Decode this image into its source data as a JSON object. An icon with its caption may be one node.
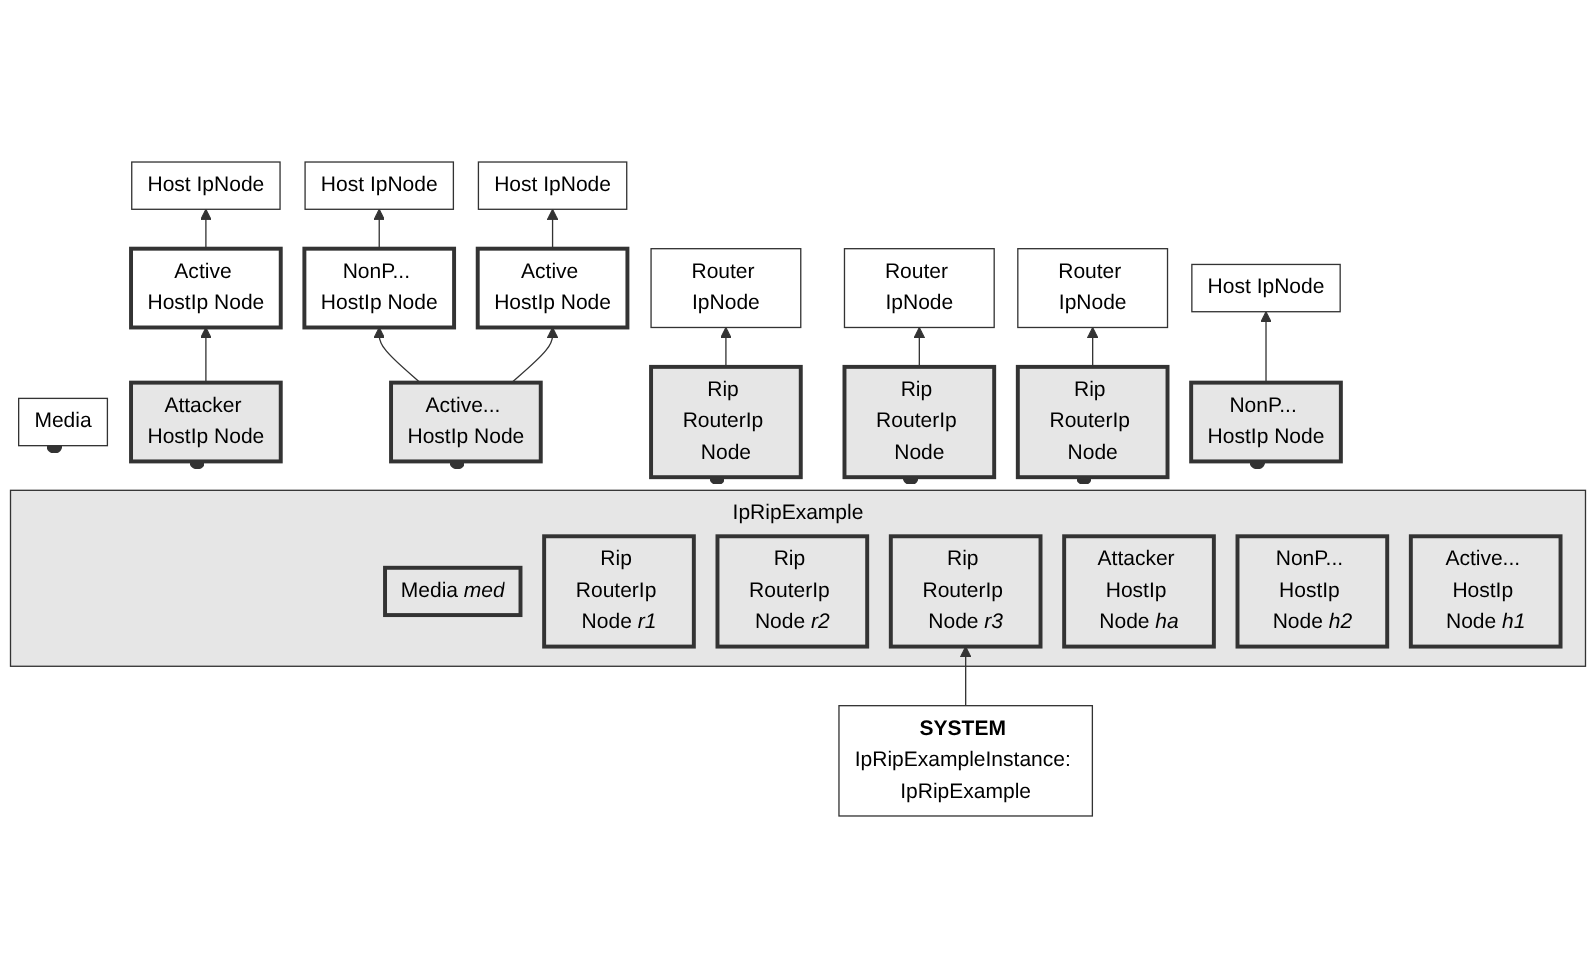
{
  "diagram": {
    "nodes": [
      {
        "text": [
          "Host IpNode"
        ]
      },
      {
        "text": [
          "Host IpNode"
        ]
      },
      {
        "text": [
          "Host IpNode"
        ]
      },
      {
        "text": [
          "Active HostIp Node"
        ]
      },
      {
        "text": [
          "NonP... HostIp Node"
        ]
      },
      {
        "text": [
          "Active HostIp Node"
        ]
      },
      {
        "text": [
          "Router IpNode"
        ]
      },
      {
        "text": [
          "Router IpNode"
        ]
      },
      {
        "text": [
          "Router IpNode"
        ]
      },
      {
        "text": [
          "Host IpNode"
        ]
      },
      {
        "text": [
          "Media"
        ]
      },
      {
        "text": [
          "Rip RouterIp Node"
        ]
      },
      {
        "text": [
          "Rip RouterIp Node"
        ]
      },
      {
        "text": [
          "Rip RouterIp Node"
        ]
      },
      {
        "text": [
          "Attacker HostIp Node"
        ]
      },
      {
        "text": [
          "NonP... HostIp Node"
        ]
      },
      {
        "text": [
          "Active... HostIp Node"
        ]
      },
      {
        "text": [
          "IpRipExample"
        ]
      },
      {
        "text": [
          "Media *med*"
        ],
        "in": 17
      },
      {
        "text": [
          "Rip RouterIp Node *r1*"
        ],
        "in": 17
      },
      {
        "text": [
          "Rip RouterIp Node *r2*"
        ],
        "in": 17
      },
      {
        "text": [
          "Rip RouterIp Node *r3*"
        ],
        "in": 17
      },
      {
        "text": [
          "Attacker HostIp Node *ha*"
        ],
        "in": 17
      },
      {
        "text": [
          "NonP... HostIp Node *h2*"
        ],
        "in": 17
      },
      {
        "text": [
          "Active... HostIp Node *h1*"
        ],
        "in": 17
      },
      {
        "text": [
          "**SYSTEM** IpRipExampleInstance: IpRipExample"
        ]
      }
    ],
    "edges": [
      {
        "from": 3,
        "to": 0,
        "arrow": "to"
      },
      {
        "from": 4,
        "to": 1,
        "arrow": "to"
      },
      {
        "from": 5,
        "to": 2,
        "arrow": "to"
      },
      {
        "from": 11,
        "to": 6,
        "arrow": "to"
      },
      {
        "from": 12,
        "to": 7,
        "arrow": "to"
      },
      {
        "from": 13,
        "to": 8,
        "arrow": "to"
      },
      {
        "from": 14,
        "to": 3,
        "arrow": "to"
      },
      {
        "from": 15,
        "to": 9,
        "arrow": "to"
      },
      {
        "from": 16,
        "to": 4,
        "arrow": "to"
      },
      {
        "from": 16,
        "to": 5,
        "arrow": "to"
      },
      {
        "from": 17,
        "to": 10,
        "arrow": "other"
      },
      {
        "from": 17,
        "to": 11,
        "arrow": "other"
      },
      {
        "from": 17,
        "to": 12,
        "arrow": "other"
      },
      {
        "from": 17,
        "to": 13,
        "arrow": "other"
      },
      {
        "from": 17,
        "to": 14,
        "arrow": "other"
      },
      {
        "from": 17,
        "to": 15,
        "arrow": "other"
      },
      {
        "from": 17,
        "to": 16,
        "arrow": "other"
      },
      {
        "from": 25,
        "to": 21,
        "arrow": "to"
      }
    ]
  }
}
